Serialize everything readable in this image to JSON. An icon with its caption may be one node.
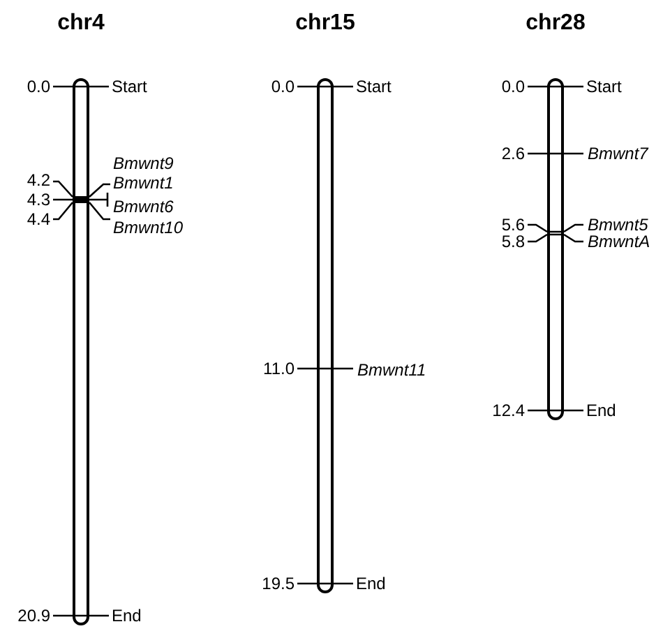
{
  "diagram": {
    "nodes": [
      {
        "text": [
          "chr4"
        ]
      },
      {
        "text": [
          "chr15"
        ]
      },
      {
        "text": [
          "chr28"
        ]
      }
    ],
    "labels": [
      "0.0",
      "Start",
      "Bmwnt9",
      "4.2",
      "Bmwnt1",
      "4.3",
      "Bmwnt6",
      "4.4",
      "Bmwnt10",
      "20.9",
      "End",
      "0.0",
      "Start",
      "11.0",
      "Bmwnt11",
      "19.5",
      "End",
      "0.0",
      "Start",
      "2.6",
      "Bmwnt7",
      "5.6",
      "Bmwnt5",
      "5.8",
      "BmwntA",
      "12.4",
      "End"
    ]
  }
}
